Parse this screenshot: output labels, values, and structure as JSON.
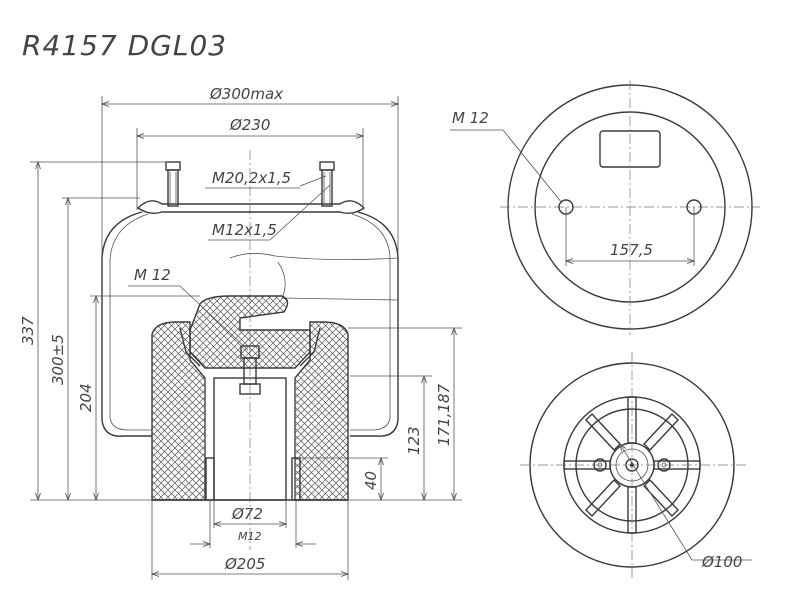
{
  "title": "R4157 DGL03",
  "labels": {
    "d300": "Ø300max",
    "d230": "Ø230",
    "m20": "M20,2x1,5",
    "m12x15": "M12x1,5",
    "m12_left": "M 12",
    "h337": "337",
    "h300": "300±5",
    "h204": "204",
    "h123": "123",
    "h171": "171,187",
    "h40": "40",
    "d72": "Ø72",
    "m12_small": "M12",
    "d205": "Ø205",
    "m12_top": "M 12",
    "w157": "157,5",
    "d100": "Ø100"
  },
  "colors": {
    "line": "#3a3a3a",
    "hatch": "#555555",
    "background": "#ffffff"
  }
}
